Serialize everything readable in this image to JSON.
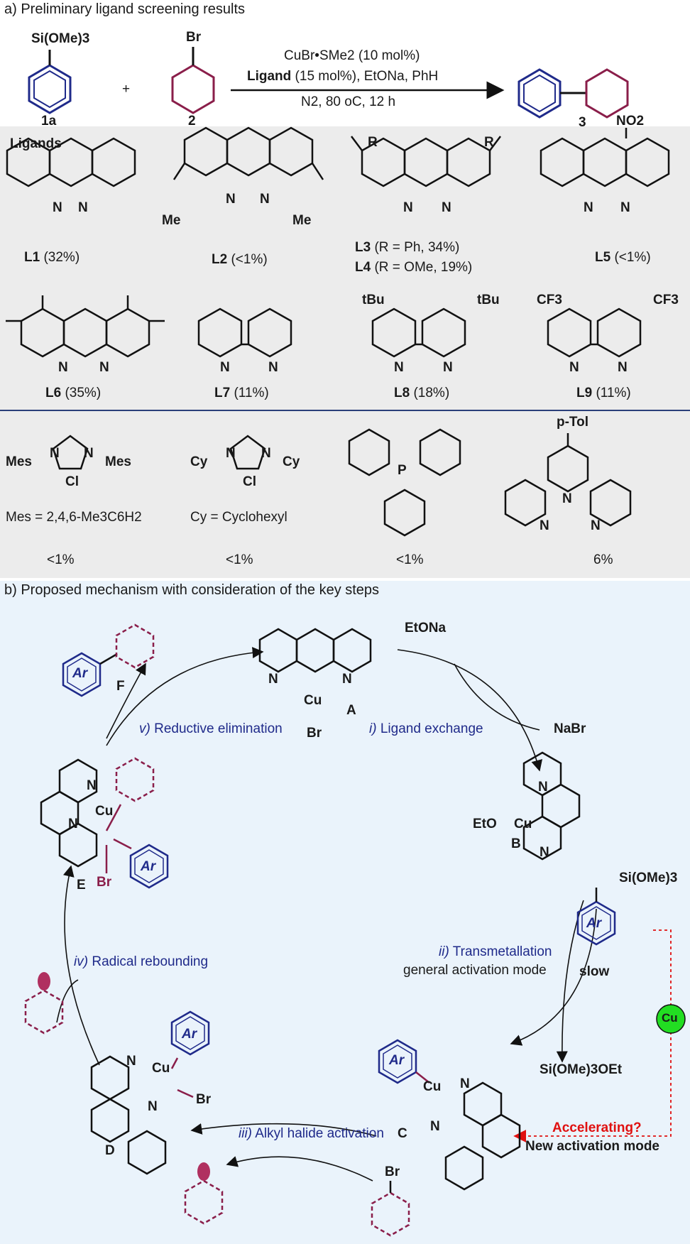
{
  "panel_a": {
    "title": "a) Preliminary ligand screening results",
    "reactant1": {
      "group": "Si(OMe)3",
      "label": "1a"
    },
    "reactant2": {
      "group": "Br",
      "label": "2"
    },
    "plus": "+",
    "conditions": {
      "line1": "CuBr•SMe2 (10 mol%)",
      "line2_bold": "Ligand",
      "line2_rest": " (15 mol%),  EtONa, PhH",
      "line3": "N2, 80 oC, 12 h"
    },
    "product_label": "3",
    "ligands_heading": "Ligands",
    "ligands": [
      {
        "id": "L1",
        "result": " (32%)"
      },
      {
        "id": "L2",
        "result": " (<1%)"
      },
      {
        "id": "L3",
        "result": " (R = Ph, 34%)"
      },
      {
        "id": "L4",
        "result": " (R = OMe, 19%)"
      },
      {
        "id": "L5",
        "result": " (<1%)"
      },
      {
        "id": "L6",
        "result": " (35%)"
      },
      {
        "id": "L7",
        "result": " (11%)"
      },
      {
        "id": "L8",
        "result": " (18%)"
      },
      {
        "id": "L9",
        "result": " (11%)"
      }
    ],
    "other_ligands": [
      {
        "substituent_left": "Mes",
        "substituent_right": "Mes",
        "anion": "Cl",
        "definition": "Mes = 2,4,6-Me3C6H2",
        "result": "<1%"
      },
      {
        "substituent_left": "Cy",
        "substituent_right": "Cy",
        "anion": "Cl",
        "definition": "Cy = Cyclohexyl",
        "result": "<1%"
      },
      {
        "atom": "P",
        "result": "<1%"
      },
      {
        "substituent": "p-Tol",
        "result": "6%"
      }
    ],
    "atom_labels": {
      "N": "N",
      "Me": "Me",
      "R": "R",
      "NO2": "NO2",
      "tBu": "tBu",
      "CF3": "CF3"
    }
  },
  "panel_b": {
    "title": "b) Proposed mechanism with consideration of the key steps",
    "species": {
      "A": "A",
      "B": "B",
      "C": "C",
      "D": "D",
      "E": "E",
      "F": "F"
    },
    "steps": {
      "i": {
        "numeral": "i)",
        "text": " Ligand exchange"
      },
      "ii": {
        "numeral": "ii)",
        "text": " Transmetallation"
      },
      "ii_sub": "general activation mode",
      "ii_slow": "slow",
      "iii": {
        "numeral": "iii)",
        "text": " Alkyl halide activation"
      },
      "iv": {
        "numeral": "iv)",
        "text": " Radical rebounding"
      },
      "v": {
        "numeral": "v)",
        "text": " Reductive elimination"
      }
    },
    "reagents": {
      "etona": "EtONa",
      "nabr": "NaBr",
      "aryl_silane": "Si(OMe)3",
      "byproduct": "Si(OMe)3OEt",
      "eto": "EtO",
      "cu_catalyst": "Cu",
      "bromide": "Br"
    },
    "accelerating": "Accelerating?",
    "new_mode": "New activation mode",
    "ar": "Ar",
    "cu": "Cu",
    "br": "Br"
  },
  "colors": {
    "blue": "#1f2a8a",
    "maroon": "#8a1e4a",
    "red": "#e01010",
    "green": "#22dd22",
    "panel_grey": "#ececec",
    "panel_blue": "#eaf3fb"
  }
}
